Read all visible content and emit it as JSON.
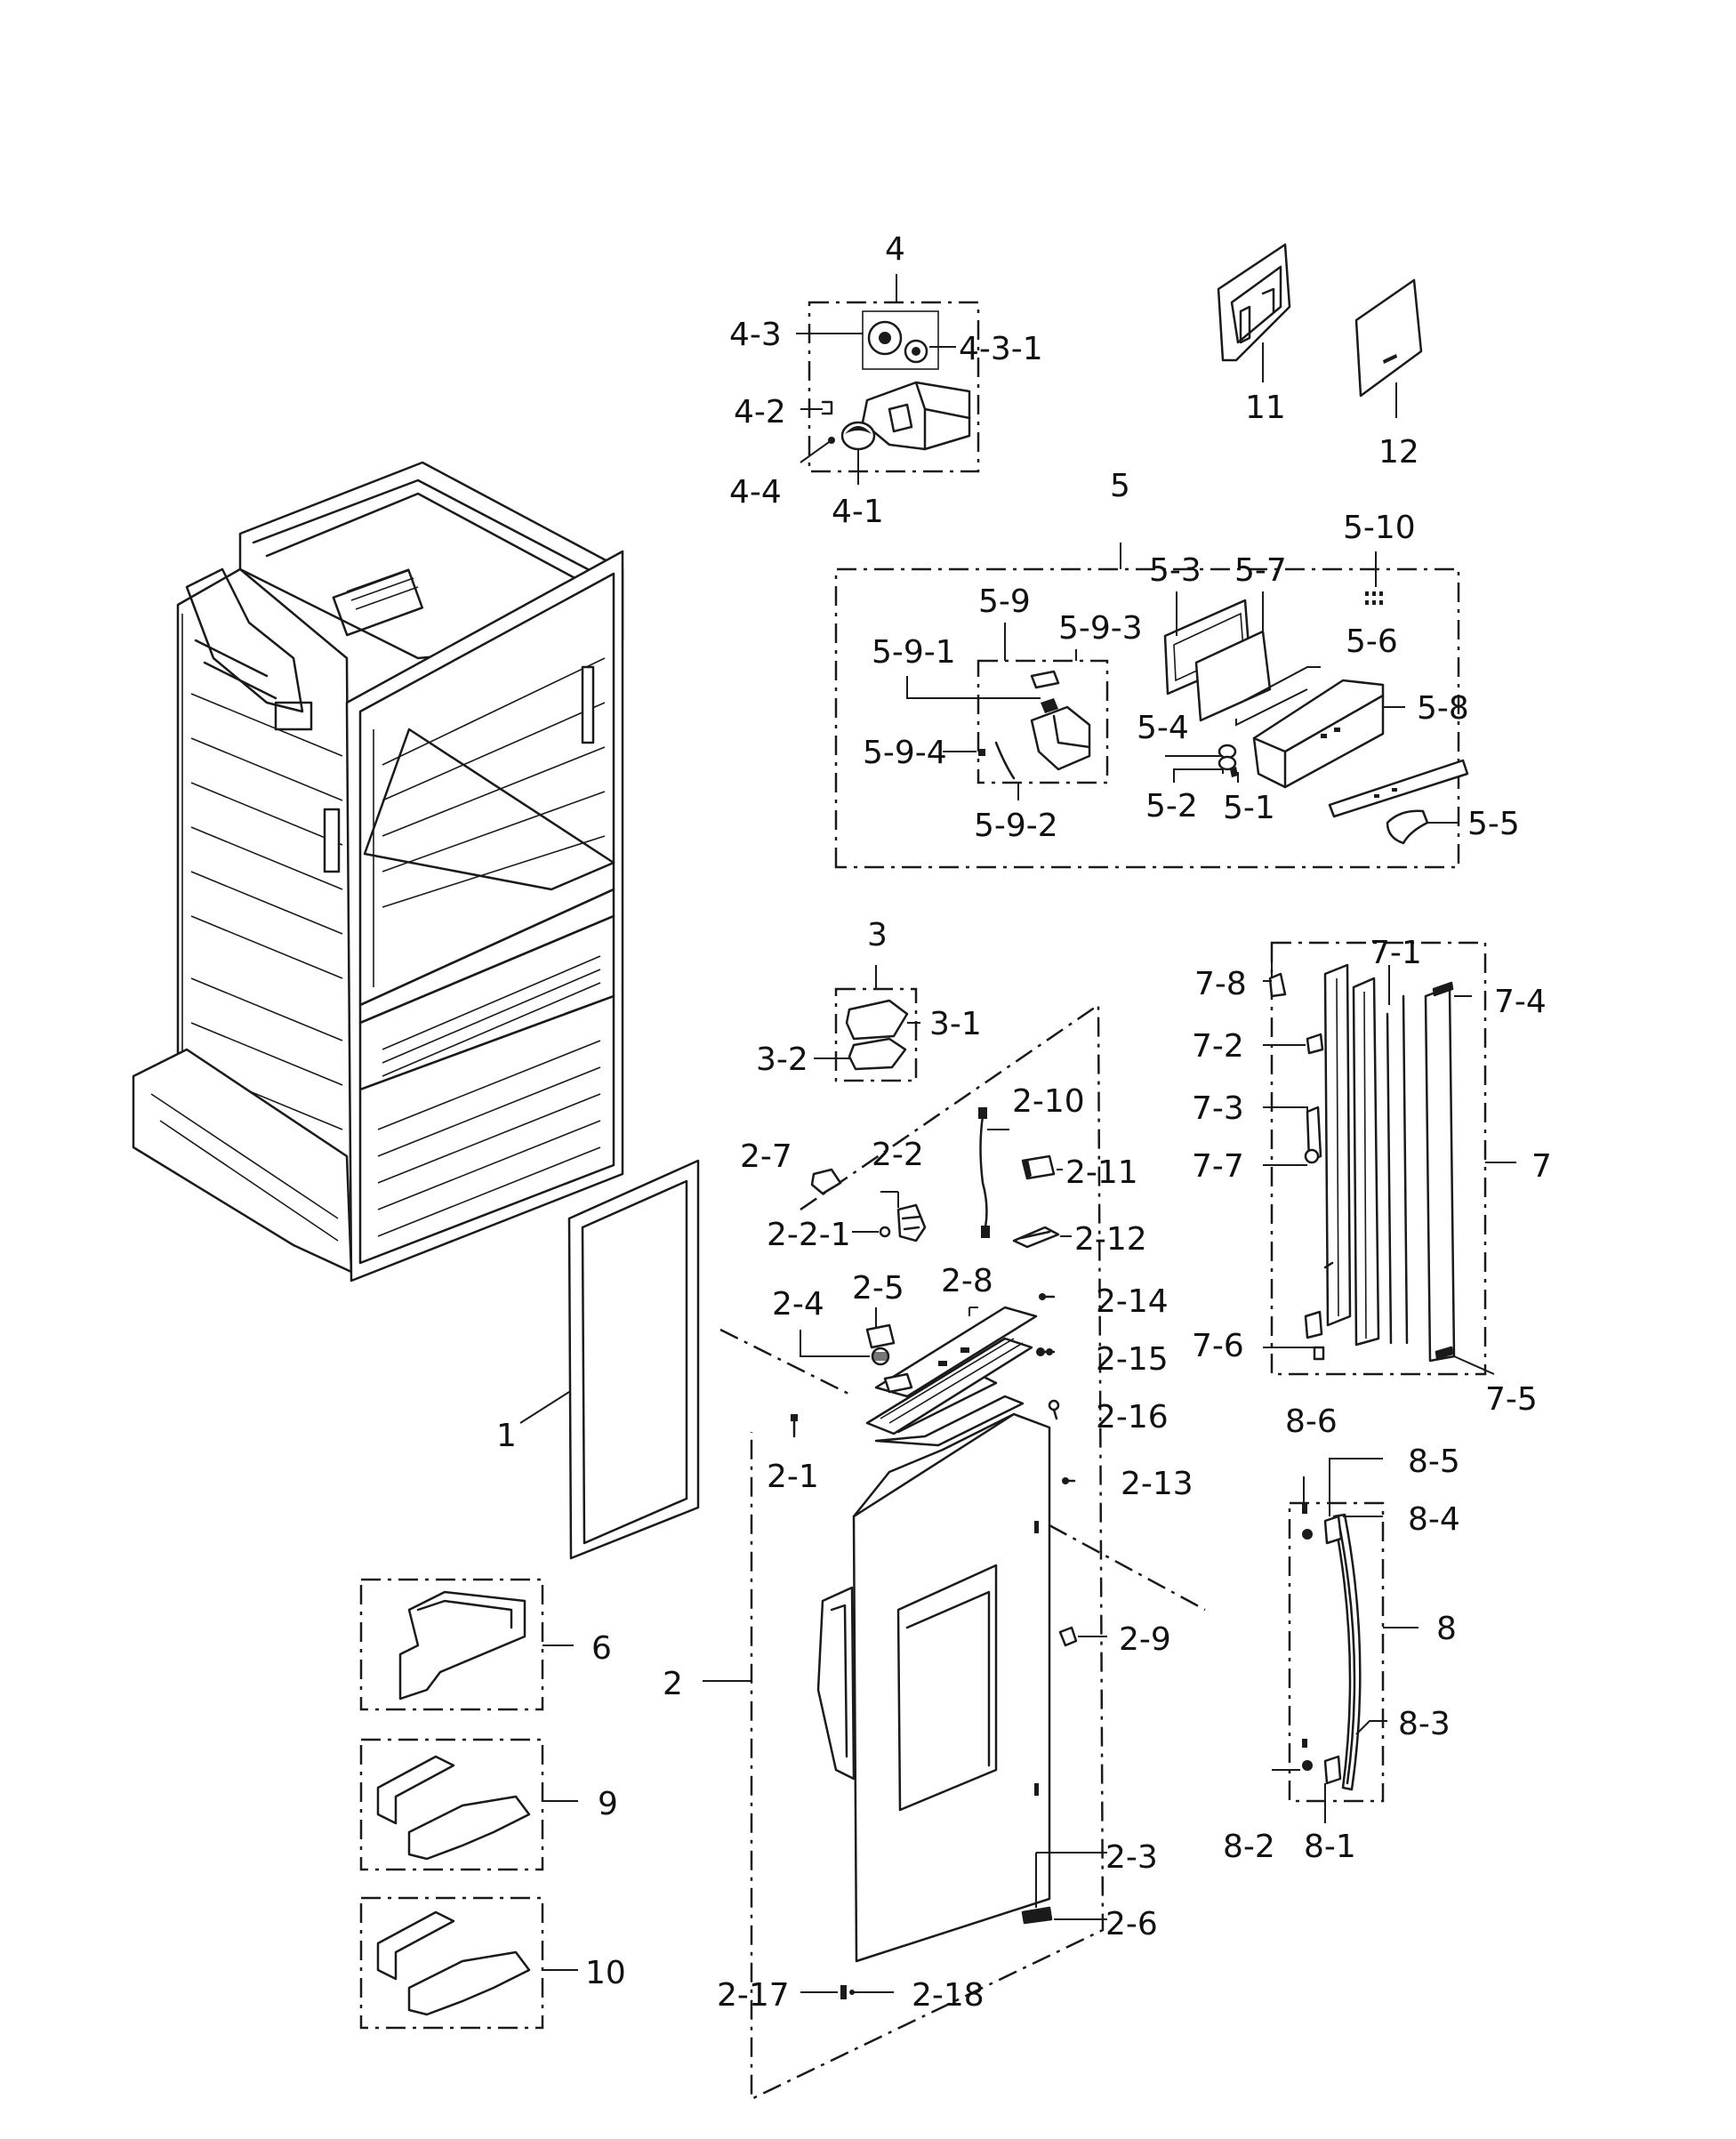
{
  "labels": {
    "l1": "1",
    "l2": "2",
    "l2_1": "2-1",
    "l2_2": "2-2",
    "l2_2_1": "2-2-1",
    "l2_3": "2-3",
    "l2_4": "2-4",
    "l2_5": "2-5",
    "l2_6": "2-6",
    "l2_7": "2-7",
    "l2_8": "2-8",
    "l2_9": "2-9",
    "l2_10": "2-10",
    "l2_11": "2-11",
    "l2_12": "2-12",
    "l2_13": "2-13",
    "l2_14": "2-14",
    "l2_15": "2-15",
    "l2_16": "2-16",
    "l2_17": "2-17",
    "l2_18": "2-18",
    "l3": "3",
    "l3_1": "3-1",
    "l3_2": "3-2",
    "l4": "4",
    "l4_1": "4-1",
    "l4_2": "4-2",
    "l4_3": "4-3",
    "l4_3_1": "4-3-1",
    "l4_4": "4-4",
    "l5": "5",
    "l5_1": "5-1",
    "l5_2": "5-2",
    "l5_3": "5-3",
    "l5_4": "5-4",
    "l5_5": "5-5",
    "l5_6": "5-6",
    "l5_7": "5-7",
    "l5_8": "5-8",
    "l5_9": "5-9",
    "l5_9_1": "5-9-1",
    "l5_9_2": "5-9-2",
    "l5_9_3": "5-9-3",
    "l5_9_4": "5-9-4",
    "l5_10": "5-10",
    "l6": "6",
    "l7": "7",
    "l7_1": "7-1",
    "l7_2": "7-2",
    "l7_3": "7-3",
    "l7_4": "7-4",
    "l7_5": "7-5",
    "l7_6": "7-6",
    "l7_7": "7-7",
    "l7_8": "7-8",
    "l8": "8",
    "l8_1": "8-1",
    "l8_2": "8-2",
    "l8_3": "8-3",
    "l8_4": "8-4",
    "l8_5": "8-5",
    "l8_6": "8-6",
    "l9": "9",
    "l10": "10",
    "l11": "11",
    "l12": "12"
  }
}
